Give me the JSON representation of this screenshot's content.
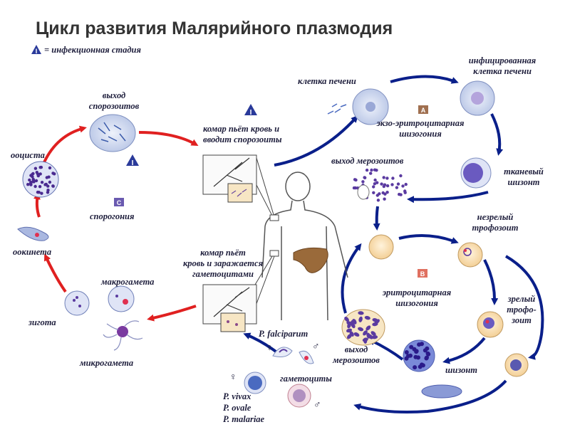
{
  "title": "Цикл развития Малярийного плазмодия",
  "legend": {
    "badge": "I",
    "text": "= инфекционная стадия"
  },
  "badges": {
    "infective": "I",
    "liver_stage": "A",
    "blood_stage": "B",
    "sporogony": "C"
  },
  "labels": {
    "sporozoite_release": [
      "выход",
      "спорозоитов"
    ],
    "oocyst": "ооциста",
    "sporogony": "спорогония",
    "ookinete": "оокинета",
    "macrogamete": "макрогамета",
    "zygote": "зигота",
    "microgamete": "микрогамета",
    "mosquito_bite": [
      "комар пьёт кровь и",
      "вводит спорозоиты"
    ],
    "mosquito_infected": [
      "комар пьёт",
      "кровь и заражается",
      "гаметоцитами"
    ],
    "liver_cell": "клетка печени",
    "infected_liver_cell": [
      "инфицированная",
      "клетка печени"
    ],
    "exo_schizogony": [
      "экзо-эритроцитарная",
      "шизогония"
    ],
    "tissue_schizont": [
      "тканевый",
      "шизонт"
    ],
    "merozoite_release_liver": "выход мерозоитов",
    "immature_trophozoite": [
      "незрелый",
      "трофозоит"
    ],
    "erythrocytic_schizogony": [
      "эритроцитарная",
      "шизогония"
    ],
    "mature_trophozoite": [
      "зрелый",
      "трофо-",
      "зоит"
    ],
    "schizont": "шизонт",
    "merozoite_release_blood": [
      "выход",
      "мерозоитов"
    ],
    "gametocytes": "гаметоциты",
    "p_falciparum": "P. falciparum",
    "other_species": [
      "P. vivax",
      "P. ovale",
      "P. malariae"
    ],
    "female_symbol": "♀",
    "male_symbol": "♂"
  },
  "colors": {
    "red_arrow": "#e02020",
    "blue_arrow": "#0a1f8a",
    "badge": "#2a3a9a",
    "liver": "#9a6a3a",
    "rbc": "#f8dcb0",
    "parasite": "#5a3aa0"
  }
}
